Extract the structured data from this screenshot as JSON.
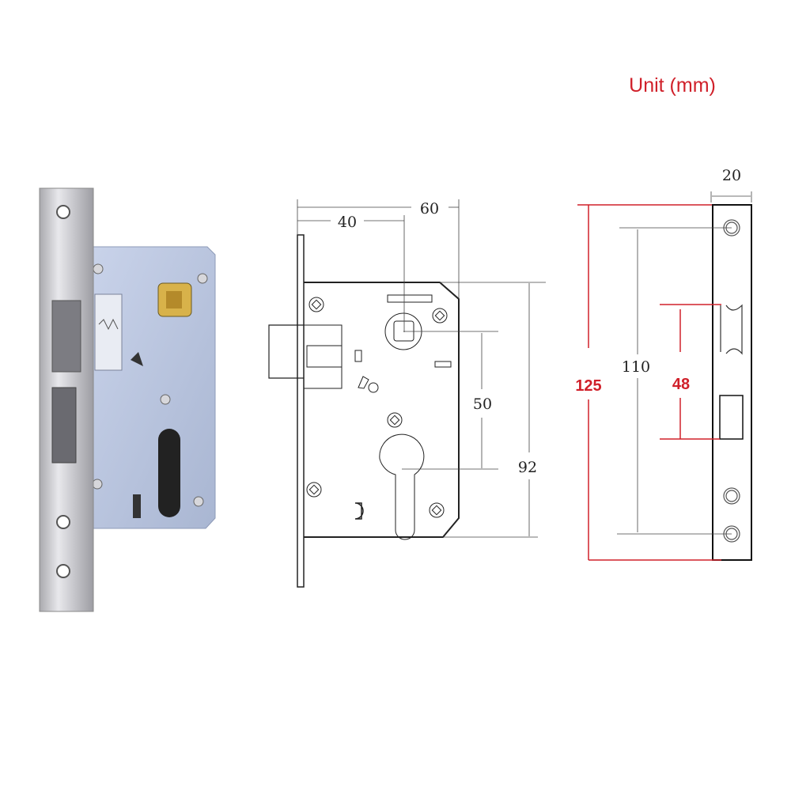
{
  "unit_label": "Unit (mm)",
  "front_view": {
    "dim_backset_total": "60",
    "dim_backset": "40",
    "dim_center_distance": "50",
    "dim_body_height": "92"
  },
  "side_view": {
    "dim_faceplate_width": "20",
    "dim_faceplate_length": "125",
    "dim_screw_spacing": "110",
    "dim_latch_bolt": "48"
  },
  "colors": {
    "accent_red": "#d0202a",
    "line": "#222222",
    "photo_body": "#b9c5de",
    "photo_faceplate": "#c8c8cc"
  }
}
